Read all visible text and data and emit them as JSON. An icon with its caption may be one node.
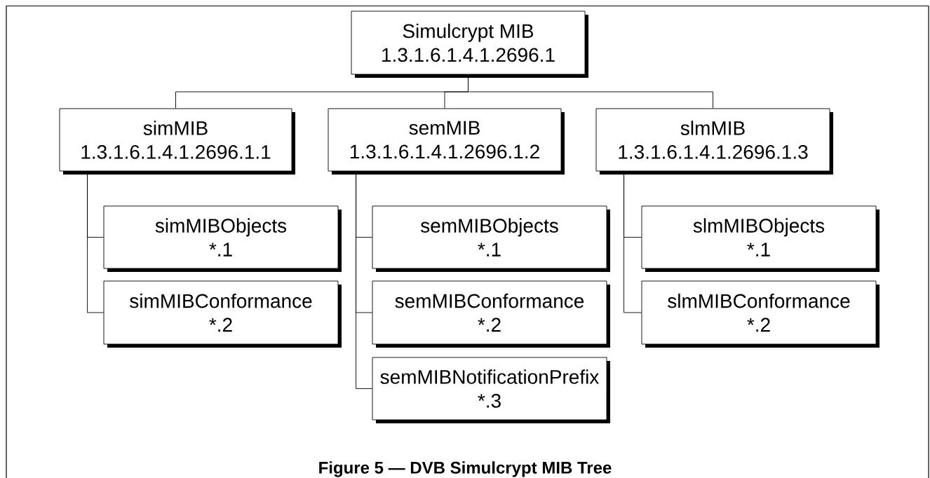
{
  "diagram": {
    "caption": "Figure 5 — DVB Simulcrypt MIB Tree",
    "nodes": [
      {
        "text": [
          "Simulcrypt MIB",
          "1.3.1.6.1.4.1.2696.1"
        ]
      },
      {
        "text": [
          "simMIB",
          "1.3.1.6.1.4.1.2696.1.1"
        ]
      },
      {
        "text": [
          "semMIB",
          "1.3.1.6.1.4.1.2696.1.2"
        ]
      },
      {
        "text": [
          "slmMIB",
          "1.3.1.6.1.4.1.2696.1.3"
        ]
      },
      {
        "text": [
          "simMIBObjects",
          "*.1"
        ]
      },
      {
        "text": [
          "simMIBConformance",
          "*.2"
        ]
      },
      {
        "text": [
          "semMIBObjects",
          "*.1"
        ]
      },
      {
        "text": [
          "semMIBConformance",
          "*.2"
        ]
      },
      {
        "text": [
          "semMIBNotificationPrefix",
          "*.3"
        ]
      },
      {
        "text": [
          "slmMIBObjects",
          "*.1"
        ]
      },
      {
        "text": [
          "slmMIBConformance",
          "*.2"
        ]
      }
    ],
    "edges": [
      {
        "from": 0,
        "to": 1,
        "arrow": "none"
      },
      {
        "from": 0,
        "to": 2,
        "arrow": "none"
      },
      {
        "from": 0,
        "to": 3,
        "arrow": "none"
      },
      {
        "from": 1,
        "to": 4,
        "arrow": "none"
      },
      {
        "from": 1,
        "to": 5,
        "arrow": "none"
      },
      {
        "from": 2,
        "to": 6,
        "arrow": "none"
      },
      {
        "from": 2,
        "to": 7,
        "arrow": "none"
      },
      {
        "from": 2,
        "to": 8,
        "arrow": "none"
      },
      {
        "from": 3,
        "to": 9,
        "arrow": "none"
      },
      {
        "from": 3,
        "to": 10,
        "arrow": "none"
      }
    ]
  }
}
